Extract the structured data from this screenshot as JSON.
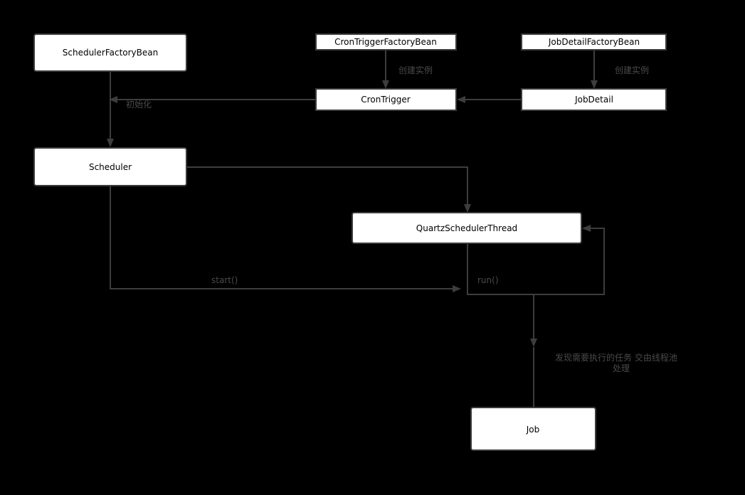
{
  "nodes": {
    "scheduler_factory_bean": "SchedulerFactoryBean",
    "cron_trigger_factory_bean": "CronTriggerFactoryBean",
    "job_detail_factory_bean": "JobDetailFactoryBean",
    "cron_trigger": "CronTrigger",
    "job_detail": "JobDetail",
    "scheduler": "Scheduler",
    "quartz_scheduler_thread": "QuartzSchedulerThread",
    "job": "Job"
  },
  "edges": {
    "create_instance_1": "创建实例",
    "create_instance_2": "创建实例",
    "initialize": "初始化",
    "start": "start()",
    "run": "run()",
    "dispatch_line1": "发现需要执行的任务 交由线程池",
    "dispatch_line2": "处理"
  },
  "colors": {
    "background": "#000000",
    "node_fill": "#ffffff",
    "line": "#3d3d3d",
    "label_text": "#4a4a4a"
  }
}
